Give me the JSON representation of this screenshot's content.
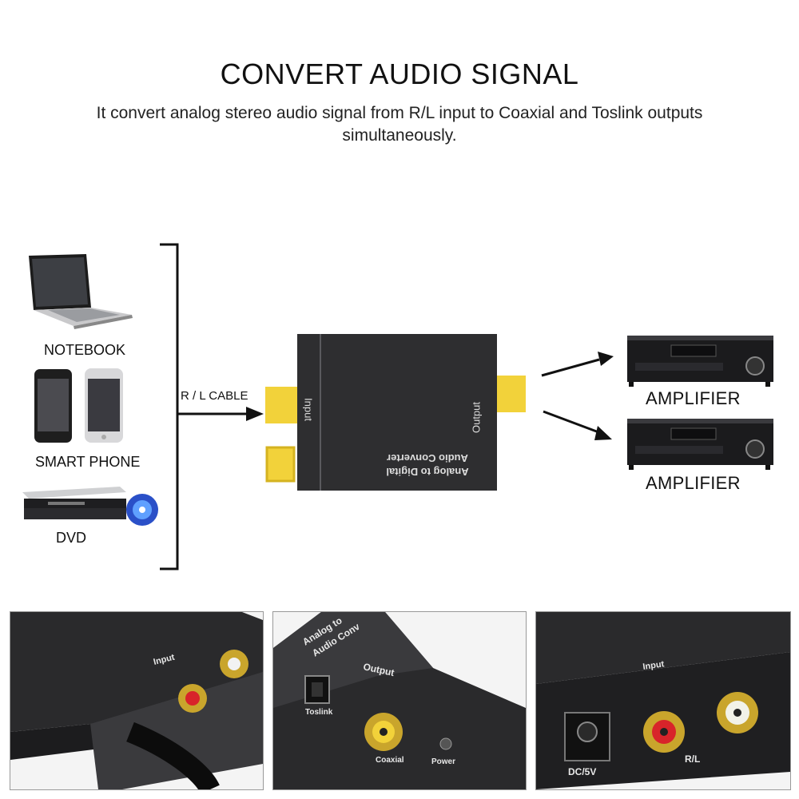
{
  "header": {
    "title": "CONVERT AUDIO SIGNAL",
    "subtitle": "It convert analog stereo audio signal from R/L input to Coaxial and Toslink outputs simultaneously."
  },
  "sources": [
    {
      "label": "NOTEBOOK",
      "icon": "notebook-icon"
    },
    {
      "label": "SMART PHONE",
      "icon": "smartphone-icon"
    },
    {
      "label": "DVD",
      "icon": "dvd-player-icon"
    }
  ],
  "cable_label": "R / L CABLE",
  "converter": {
    "input_label": "Input",
    "output_label": "Output",
    "device_line1": "Analog to Digital",
    "device_line2": "Audio Converter"
  },
  "outputs": [
    {
      "label": "AMPLIFIER",
      "icon": "amplifier-icon"
    },
    {
      "label": "AMPLIFIER",
      "icon": "amplifier-icon"
    }
  ],
  "photos": {
    "left": {
      "input_label": "Input"
    },
    "middle": {
      "brand_line1": "Analog to",
      "brand_line2": "Audio Conv",
      "output_label": "Output",
      "toslink_label": "Toslink",
      "coaxial_label": "Coaxial",
      "power_label": "Power"
    },
    "right": {
      "input_label": "Input",
      "dc_label": "DC/5V",
      "rl_label": "R/L"
    }
  },
  "colors": {
    "rca_yellow": "#f2d23a",
    "rca_red": "#d8242a",
    "device_body": "#2e2e30",
    "bracket": "#111111"
  }
}
